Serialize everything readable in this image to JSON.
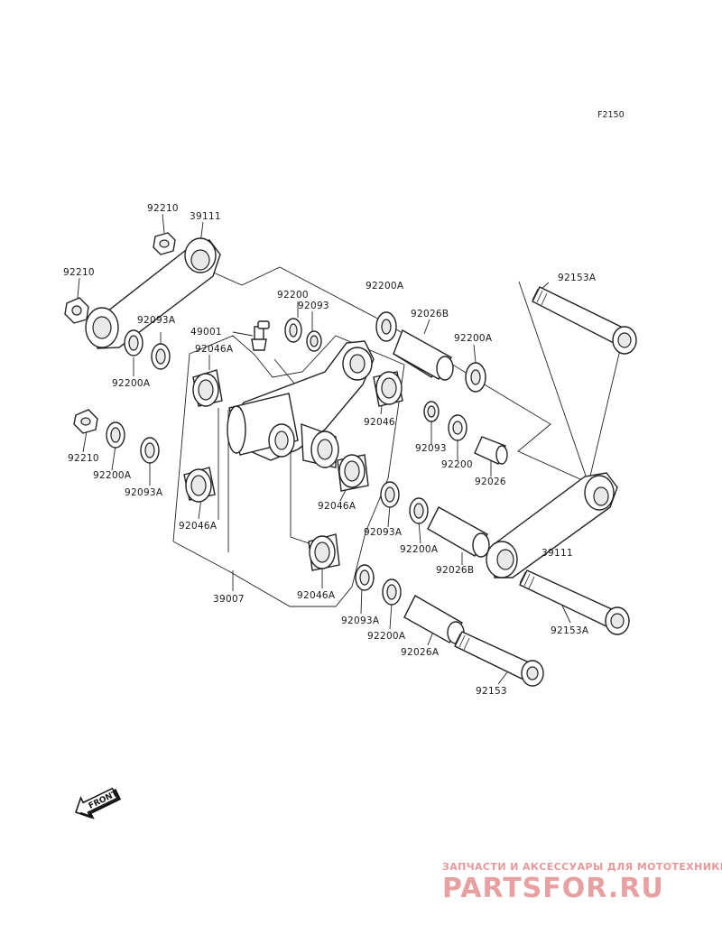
{
  "figure_code": "F2150",
  "front_label": "FRONT",
  "watermark": {
    "tagline": "ЗАПЧАСТИ И АКСЕССУАРЫ ДЛЯ МОТОТЕХНИКИ",
    "brand": "PARTSFOR.RU",
    "color": "#e8a0a0"
  },
  "labels": {
    "p92210_top": "92210",
    "p39111_left": "39111",
    "p92210_left": "92210",
    "p92200": "92200",
    "p92093": "92093",
    "p92200A_top": "92200A",
    "p92153A_top": "92153A",
    "p49001": "49001",
    "p92093A_a": "92093A",
    "p92200A_a": "92200A",
    "p92046A_a": "92046A",
    "p92026B_a": "92026B",
    "p92200A_b": "92200A",
    "p92046": "92046",
    "p92093_b": "92093",
    "p92200_b": "92200",
    "p92026": "92026",
    "p92210_b": "92210",
    "p92200A_c": "92200A",
    "p92093A_b": "92093A",
    "p92046A_b": "92046A",
    "p92046A_c": "92046A",
    "p92093A_c": "92093A",
    "p92200A_d": "92200A",
    "p39111_right": "39111",
    "p92026B_b": "92026B",
    "p39007": "39007",
    "p92046A_d": "92046A",
    "p92093A_d": "92093A",
    "p92200A_e": "92200A",
    "p92026A": "92026A",
    "p92153A_b": "92153A",
    "p92153": "92153"
  }
}
